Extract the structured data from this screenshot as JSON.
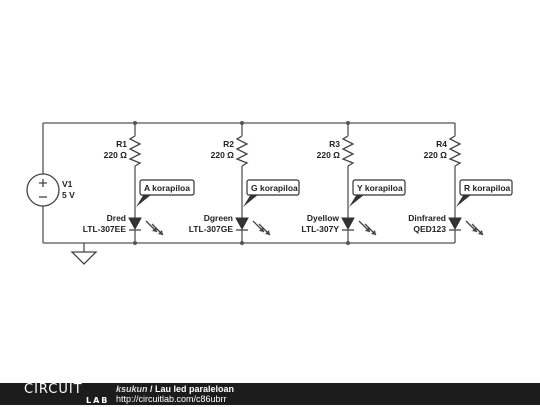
{
  "source": {
    "name": "V1",
    "value": "5 V"
  },
  "branches": [
    {
      "res_name": "R1",
      "res_value": "220 Ω",
      "led_name": "Dred",
      "led_part": "LTL-307EE",
      "tag": "A korapiloa"
    },
    {
      "res_name": "R2",
      "res_value": "220 Ω",
      "led_name": "Dgreen",
      "led_part": "LTL-307GE",
      "tag": "G korapiloa"
    },
    {
      "res_name": "R3",
      "res_value": "220 Ω",
      "led_name": "Dyellow",
      "led_part": "LTL-307Y",
      "tag": "Y korapiloa"
    },
    {
      "res_name": "R4",
      "res_value": "220 Ω",
      "led_name": "Dinfrared",
      "led_part": "QED123",
      "tag": "R korapiloa"
    }
  ],
  "footer": {
    "logo_top": "CIRCUIT",
    "logo_bottom": "LAB",
    "author": "ksukun",
    "separator": " / ",
    "title": "Lau led paraleloan",
    "url": "http://circuitlab.com/c86ubrr"
  }
}
